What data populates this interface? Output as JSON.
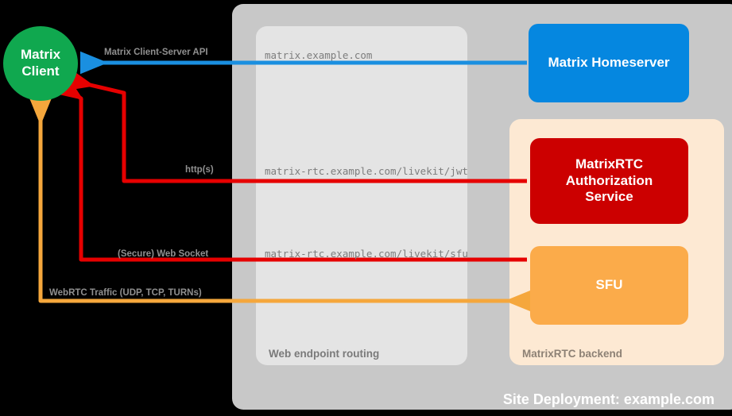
{
  "diagram": {
    "title": "Site Deployment: example.com",
    "colors": {
      "client_green": "#10a84f",
      "homeserver_blue": "#0587e0",
      "auth_red": "#cc0000",
      "sfu_orange": "#fbab4a",
      "site_panel_gray": "#c8c8c8",
      "web_panel_gray": "#e4e4e4",
      "backend_panel_peach": "#fde9d3",
      "background": "#000000",
      "arrow_blue": "#1a8fe0",
      "arrow_red": "#e60000",
      "arrow_orange": "#f5a73c",
      "label_gray": "#909090"
    }
  },
  "nodes": {
    "client": {
      "label": "Matrix\nClient",
      "line1": "Matrix",
      "line2": "Client"
    },
    "homeserver": {
      "label": "Matrix Homeserver"
    },
    "auth_service": {
      "line1": "MatrixRTC",
      "line2": "Authorization",
      "line3": "Service"
    },
    "sfu": {
      "label": "SFU"
    }
  },
  "panels": {
    "site": {
      "caption": "Site Deployment: example.com"
    },
    "web_routing": {
      "caption": "Web endpoint routing"
    },
    "matrixrtc_backend": {
      "caption": "MatrixRTC backend"
    }
  },
  "edges": [
    {
      "id": "cs-api",
      "protocol_label": "Matrix Client-Server API",
      "endpoint": "matrix.example.com",
      "color": "#1a8fe0",
      "from": "homeserver",
      "to": "client"
    },
    {
      "id": "jwt",
      "protocol_label": "http(s)",
      "endpoint": "matrix-rtc.example.com/livekit/jwt",
      "color": "#e60000",
      "from": "client",
      "to": "auth_service"
    },
    {
      "id": "sfu-ws",
      "protocol_label": "(Secure) Web Socket",
      "endpoint": "matrix-rtc.example.com/livekit/sfu",
      "color": "#e60000",
      "from": "client",
      "to": "sfu"
    },
    {
      "id": "webrtc",
      "protocol_label": "WebRTC Traffic (UDP, TCP, TURNs)",
      "endpoint": "",
      "color": "#f5a73c",
      "from": "client",
      "to": "sfu"
    }
  ]
}
